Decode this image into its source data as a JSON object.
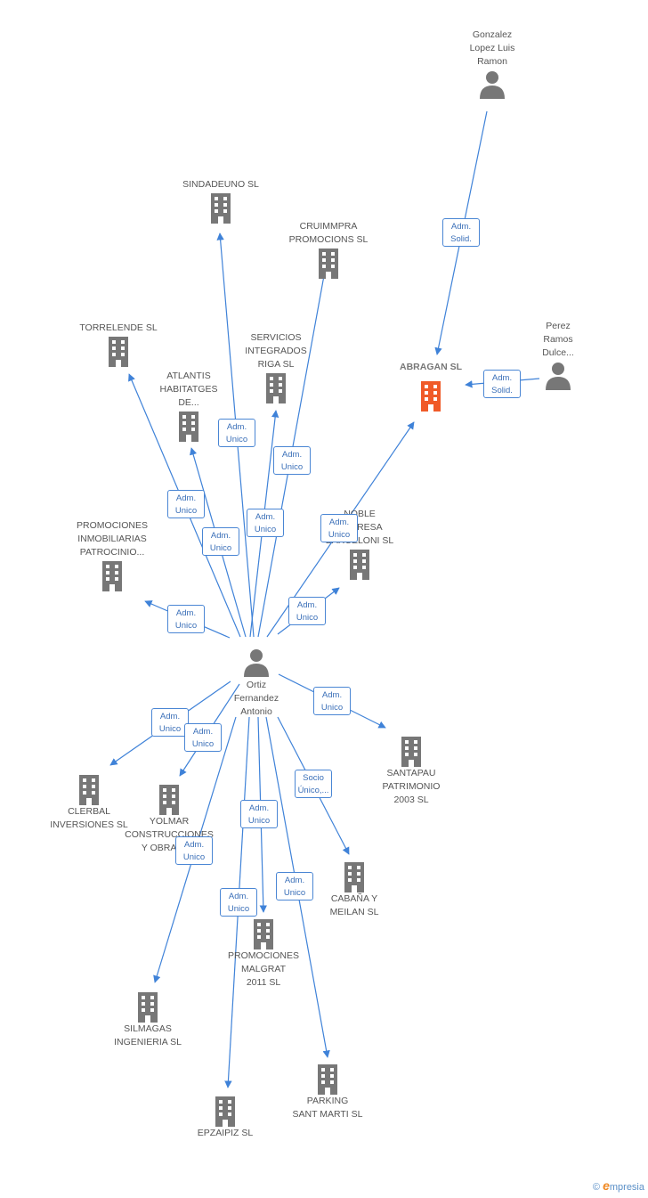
{
  "colors": {
    "edge": "#3f82d8",
    "icon": "#777777",
    "focus_icon": "#f05a28",
    "label_border": "#4a86d4"
  },
  "nodes": [
    {
      "id": "gonzalez",
      "type": "person",
      "label": "Gonzalez\nLopez Luis\nRamon"
    },
    {
      "id": "sindadeuno",
      "type": "company",
      "label": "SINDADEUNO  SL"
    },
    {
      "id": "cruimmpra",
      "type": "company",
      "label": "CRUIMMPRA\nPROMOCIONS SL"
    },
    {
      "id": "torrelende",
      "type": "company",
      "label": "TORRELENDE SL"
    },
    {
      "id": "servicios",
      "type": "company",
      "label": "SERVICIOS\nINTEGRADOS\nRIGA SL"
    },
    {
      "id": "atlantis",
      "type": "company",
      "label": "ATLANTIS\nHABITATGES\nDE..."
    },
    {
      "id": "abragan",
      "type": "company",
      "label": "ABRAGAN SL",
      "focus": true
    },
    {
      "id": "perez",
      "type": "person",
      "label": "Perez\nRamos\nDulce..."
    },
    {
      "id": "promociones_patrocinio",
      "type": "company",
      "label": "PROMOCIONES\nINMOBILIARIAS\nPATROCINIO..."
    },
    {
      "id": "noble",
      "type": "company",
      "label": "NOBLE\nEMPRESA\nBARCELONI SL"
    },
    {
      "id": "ortiz",
      "type": "person",
      "label": "Ortiz\nFernandez\nAntonio"
    },
    {
      "id": "santapau",
      "type": "company",
      "label": "SANTAPAU\nPATRIMONIO\n2003 SL"
    },
    {
      "id": "clerbal",
      "type": "company",
      "label": "CLERBAL\nINVERSIONES SL"
    },
    {
      "id": "yolmar",
      "type": "company",
      "label": "YOLMAR\nCONSTRUCCIONES\nY OBRAS SL"
    },
    {
      "id": "cabana",
      "type": "company",
      "label": "CABAÑA Y\nMEILAN SL"
    },
    {
      "id": "malgrat",
      "type": "company",
      "label": "PROMOCIONES\nMALGRAT\n2011 SL"
    },
    {
      "id": "silmagas",
      "type": "company",
      "label": "SILMAGAS\nINGENIERIA SL"
    },
    {
      "id": "parking",
      "type": "company",
      "label": "PARKING\nSANT MARTI  SL"
    },
    {
      "id": "epzaipiz",
      "type": "company",
      "label": "EPZAIPIZ SL"
    }
  ],
  "edges": [
    {
      "id": "e_gonzalez",
      "label": "Adm.\nSolid."
    },
    {
      "id": "e_perez",
      "label": "Adm.\nSolid."
    },
    {
      "id": "e_sindadeuno",
      "label": "Adm.\nUnico"
    },
    {
      "id": "e_cruimmpra",
      "label": "Adm.\nUnico"
    },
    {
      "id": "e_torrelende",
      "label": "Adm.\nUnico"
    },
    {
      "id": "e_atlantis",
      "label": "Adm.\nUnico"
    },
    {
      "id": "e_servicios",
      "label": "Adm.\nUnico"
    },
    {
      "id": "e_abragan",
      "label": "Adm.\nUnico"
    },
    {
      "id": "e_promociones",
      "label": "Adm.\nUnico"
    },
    {
      "id": "e_noble",
      "label": "Adm.\nUnico"
    },
    {
      "id": "e_santapau",
      "label": "Adm.\nUnico"
    },
    {
      "id": "e_clerbal",
      "label": "Adm.\nUnico"
    },
    {
      "id": "e_yolmar",
      "label": "Adm.\nUnico"
    },
    {
      "id": "e_cabana",
      "label": "Socio\nÚnico,..."
    },
    {
      "id": "e_malgrat",
      "label": "Adm.\nUnico"
    },
    {
      "id": "e_silmagas",
      "label": "Adm.\nUnico"
    },
    {
      "id": "e_parking",
      "label": "Adm.\nUnico"
    },
    {
      "id": "e_epzaipiz",
      "label": "Adm.\nUnico"
    }
  ],
  "footer": {
    "copyright": "©",
    "brand_initial": "e",
    "brand_rest": "mpresia"
  }
}
